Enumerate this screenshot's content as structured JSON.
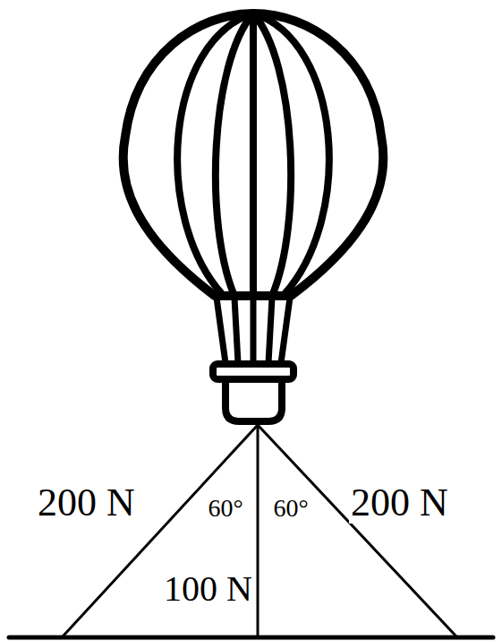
{
  "diagram": {
    "labels": [
      "200 N",
      "60°",
      "60°",
      "200 N",
      "100 N"
    ]
  }
}
